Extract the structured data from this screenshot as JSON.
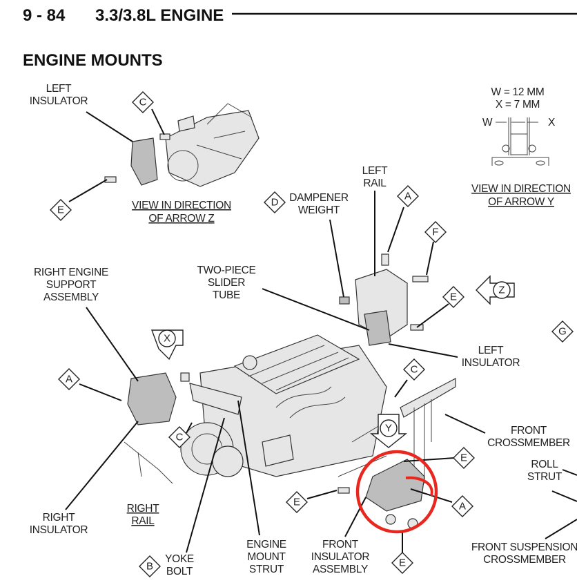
{
  "header": {
    "page_number": "9 - 84",
    "section_title": "3.3/3.8L ENGINE"
  },
  "page_title": "ENGINE MOUNTS",
  "labels": {
    "left_insulator_top": [
      "LEFT",
      "INSULATOR"
    ],
    "view_arrow_z": [
      "VIEW IN DIRECTION",
      "OF ARROW Z"
    ],
    "dampener_weight": [
      "DAMPENER",
      "WEIGHT"
    ],
    "left_rail": [
      "LEFT",
      "RAIL"
    ],
    "dimensions": [
      "W = 12 MM",
      "X = 7 MM"
    ],
    "dim_w": "W",
    "dim_x": "X",
    "view_arrow_y": [
      "VIEW IN DIRECTION",
      "OF ARROW Y"
    ],
    "right_engine_support": [
      "RIGHT ENGINE",
      "SUPPORT",
      "ASSEMBLY"
    ],
    "slider_tube": [
      "TWO-PIECE",
      "SLIDER",
      "TUBE"
    ],
    "left_insulator": [
      "LEFT",
      "INSULATOR"
    ],
    "front_crossmember": [
      "FRONT",
      "CROSSMEMBER"
    ],
    "roll_strut": [
      "ROLL",
      "STRUT"
    ],
    "front_suspension_crossmember": [
      "FRONT SUSPENSION",
      "CROSSMEMBER"
    ],
    "right_insulator": [
      "RIGHT",
      "INSULATOR"
    ],
    "right_rail": [
      "RIGHT",
      "RAIL"
    ],
    "yoke_bolt": [
      "YOKE",
      "BOLT"
    ],
    "engine_mount_strut": [
      "ENGINE",
      "MOUNT",
      "STRUT"
    ],
    "front_insulator_assembly": [
      "FRONT",
      "INSULATOR",
      "ASSEMBLY"
    ]
  },
  "callouts": [
    "C",
    "E",
    "D",
    "A",
    "F",
    "E",
    "G",
    "A",
    "C",
    "C",
    "E",
    "A",
    "E",
    "B",
    "E"
  ],
  "arrows": {
    "z": "Z",
    "x": "X",
    "y": "Y"
  },
  "highlight_color": "#e8281e"
}
